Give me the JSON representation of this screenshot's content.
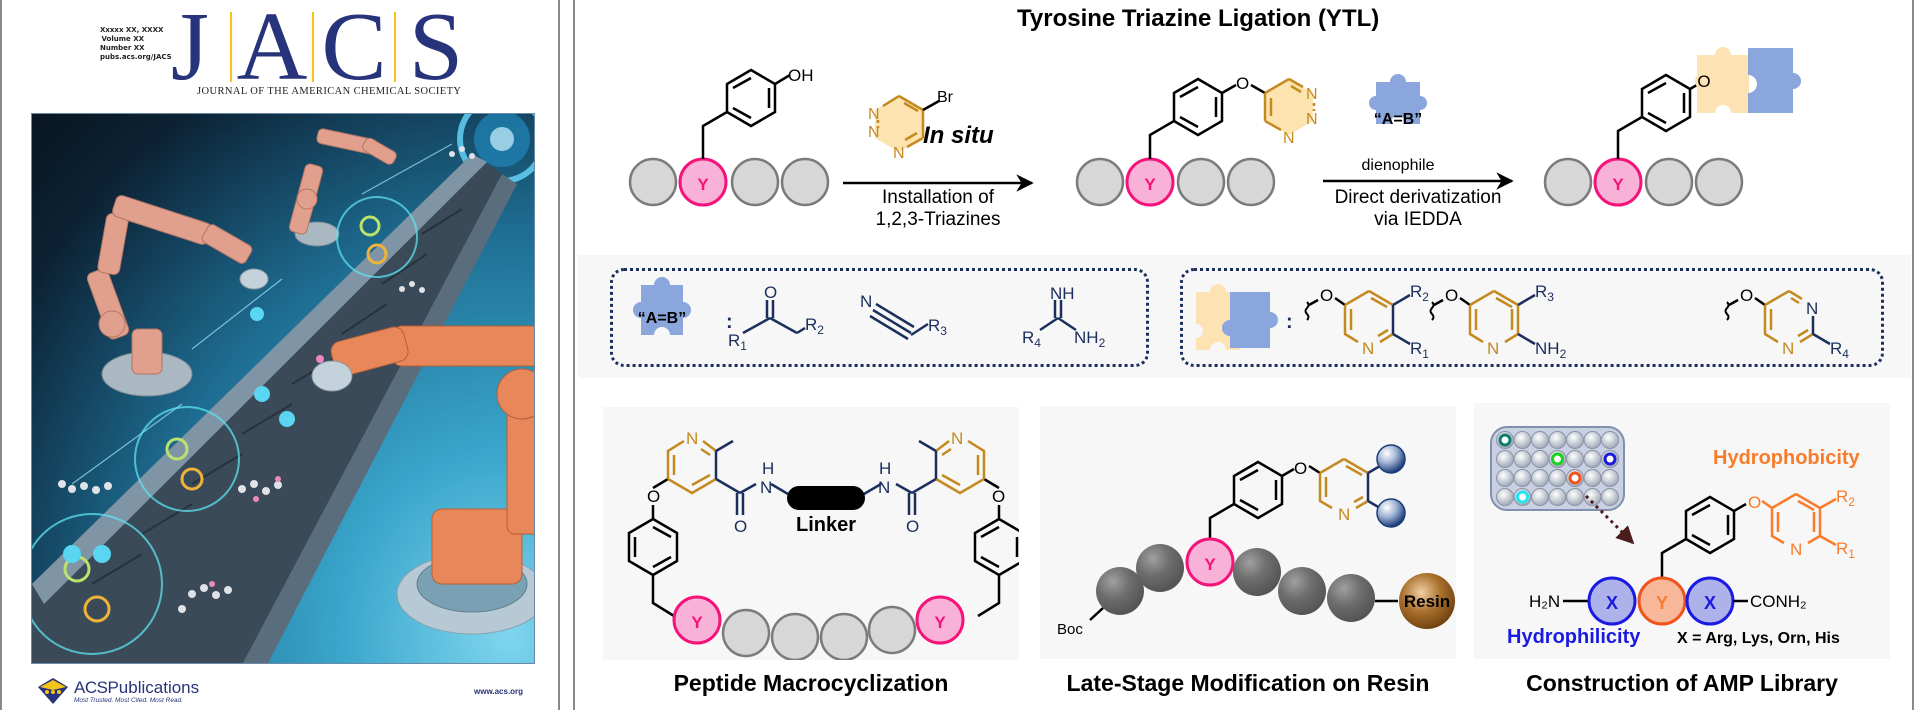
{
  "cover": {
    "meta_lines": [
      "Xxxxx XX, XXXX",
      "Volume XX",
      "Number XX",
      "pubs.acs.org/JACS"
    ],
    "journal_letters": [
      "J",
      "A",
      "C",
      "S"
    ],
    "journal_full_name": "JOURNAL OF THE AMERICAN CHEMICAL SOCIETY",
    "cover_art_description": "robotic arms on a conveyor belt assembling molecules",
    "publisher": "ACS",
    "publisher_suffix": "Publications",
    "publisher_tagline": "Most Trusted. Most Cited. Most Read.",
    "website": "www.acs.org"
  },
  "scheme": {
    "title": "Tyrosine Triazine Ligation (YTL)",
    "residue_label": "Y",
    "step1": {
      "reagent_substituent": "Br",
      "reagent_atoms": [
        "N",
        "N",
        "N"
      ],
      "condition": "In situ",
      "label_line1": "Installation of",
      "label_line2": "1,2,3-Triazines"
    },
    "step2": {
      "reagent_label": "“A=B”",
      "above_arrow": "dienophile",
      "label_line1": "Direct derivatization",
      "label_line2": "via IEDDA"
    },
    "start_substituent": "OH",
    "intermediate_linker": "O",
    "intermediate_atoms": [
      "N",
      "N",
      "N"
    ],
    "product_linker": "O"
  },
  "dienophiles": {
    "puzzle_label": "“A=B”",
    "separator": ":",
    "ketone": {
      "O": "O",
      "R1": "R",
      "R1_sub": "1",
      "R2": "R",
      "R2_sub": "2"
    },
    "nitrile": {
      "N": "N",
      "R3": "R",
      "R3_sub": "3"
    },
    "amidine": {
      "NH": "NH",
      "R4": "R",
      "R4_sub": "4",
      "NH2": "NH",
      "NH2_sub": "2"
    }
  },
  "products": {
    "separator": ":",
    "items": [
      {
        "O": "O",
        "N": "N",
        "sub_top": "R",
        "sub_top_idx": "2",
        "sub_bottom": "R",
        "sub_bottom_idx": "1"
      },
      {
        "O": "O",
        "N": "N",
        "sub_top": "R",
        "sub_top_idx": "3",
        "sub_bottom": "NH",
        "sub_bottom_idx": "2"
      },
      {
        "O": "O",
        "N_top": "N",
        "N_bottom": "N",
        "sub_bottom": "R",
        "sub_bottom_idx": "4"
      }
    ]
  },
  "applications": [
    {
      "title": "Peptide Macrocyclization",
      "linker_label": "Linker",
      "atom_N": "N",
      "atom_H": "H",
      "atom_O": "O",
      "residue_label": "Y"
    },
    {
      "title": "Late-Stage Modification on Resin",
      "n_terminus": "Boc",
      "resin_label": "Resin",
      "atom_O": "O",
      "atom_N": "N",
      "residue_label": "Y"
    },
    {
      "title": "Construction of AMP Library",
      "hydrophobicity_label": "Hydrophobicity",
      "hydrophilicity_label": "Hydrophilicity",
      "x_definition": "X = Arg, Lys, Orn, His",
      "n_terminus": "H₂N",
      "c_terminus": "CONH₂",
      "residue_X": "X",
      "residue_Y": "Y",
      "atom_O": "O",
      "atom_N": "N",
      "R2": "R",
      "R2_sub": "2",
      "R1": "R",
      "R1_sub": "1",
      "plate_highlight_colors": [
        "#0f7a6e",
        "#19d21e",
        "#1a1ad8",
        "#f0541c",
        "#20e6f0"
      ]
    }
  ],
  "colors": {
    "triazine_gold": "#c48a1f",
    "triazine_fill": "#fde3b0",
    "navy": "#1b2f5c",
    "tyrosine_pink": "#f5127a",
    "tyrosine_fill": "#f9b2d7",
    "residue_gray": "#d7d7d7",
    "puzzle_blue": "#8aa6dc",
    "puzzle_cream": "#fde3b3",
    "hydrophobic_orange": "#f97c2a",
    "hydrophilic_blue": "#1a1ae0",
    "jacs_navy": "#27337a",
    "jacs_gold": "#f4c419"
  }
}
